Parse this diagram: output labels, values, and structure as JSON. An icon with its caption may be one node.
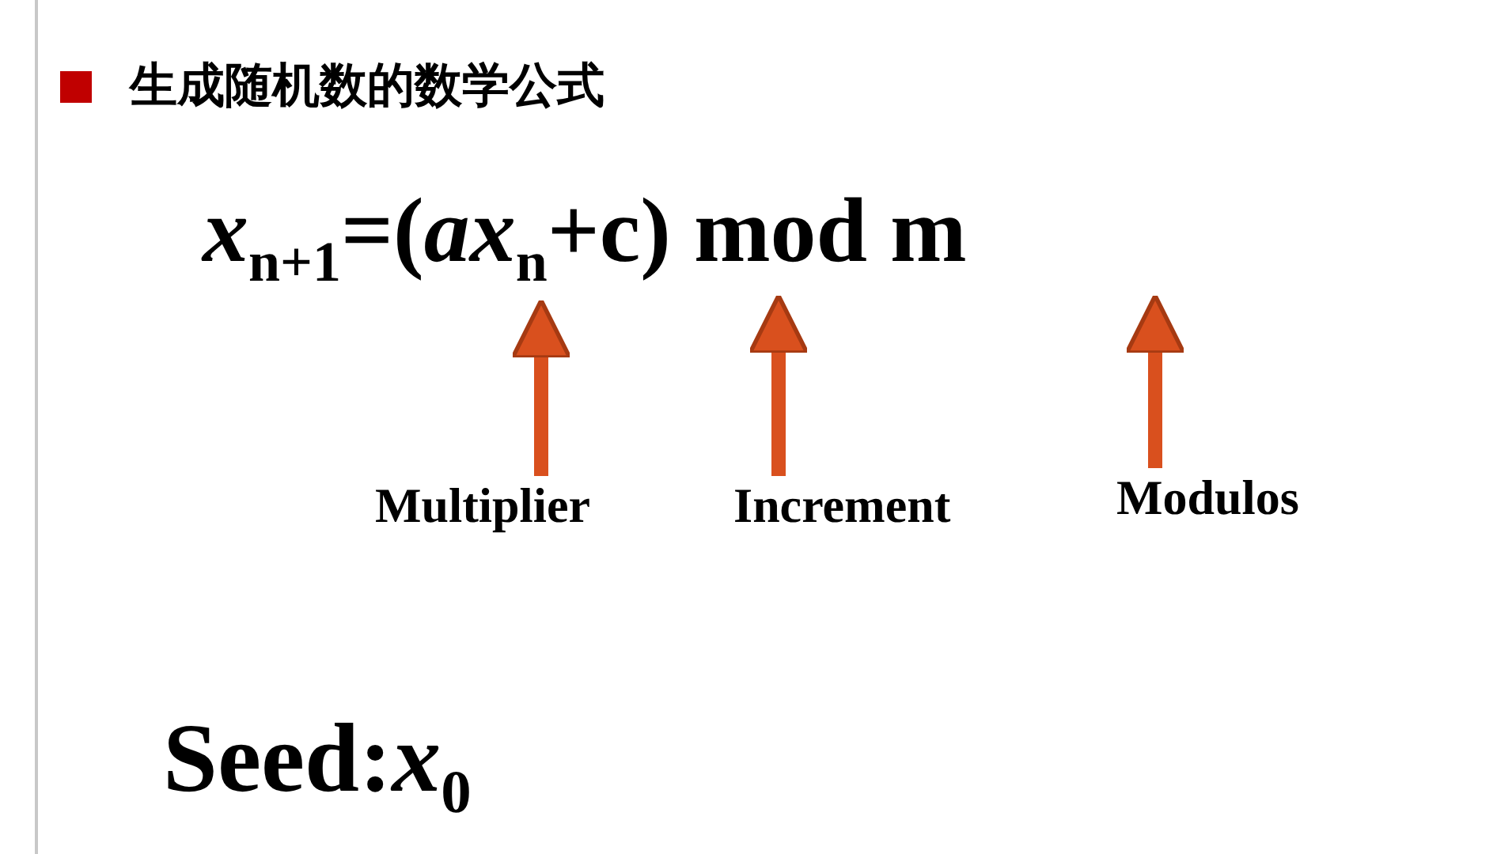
{
  "diagram": {
    "title": "生成随机数的数学公式",
    "nodes": [
      {
        "text": [
          "Multiplier"
        ]
      },
      {
        "text": [
          "Increment"
        ]
      },
      {
        "text": [
          "Modulos"
        ]
      }
    ],
    "edges": [
      {
        "from": 0,
        "to": null,
        "arrow": "to"
      },
      {
        "from": 1,
        "to": null,
        "arrow": "to"
      },
      {
        "from": 2,
        "to": null,
        "arrow": "to"
      }
    ],
    "labels": [
      "*x*$_{n+1}$=(*ax*$_{n}$+c) mod m",
      "Seed:*x*$_{0}$"
    ]
  }
}
